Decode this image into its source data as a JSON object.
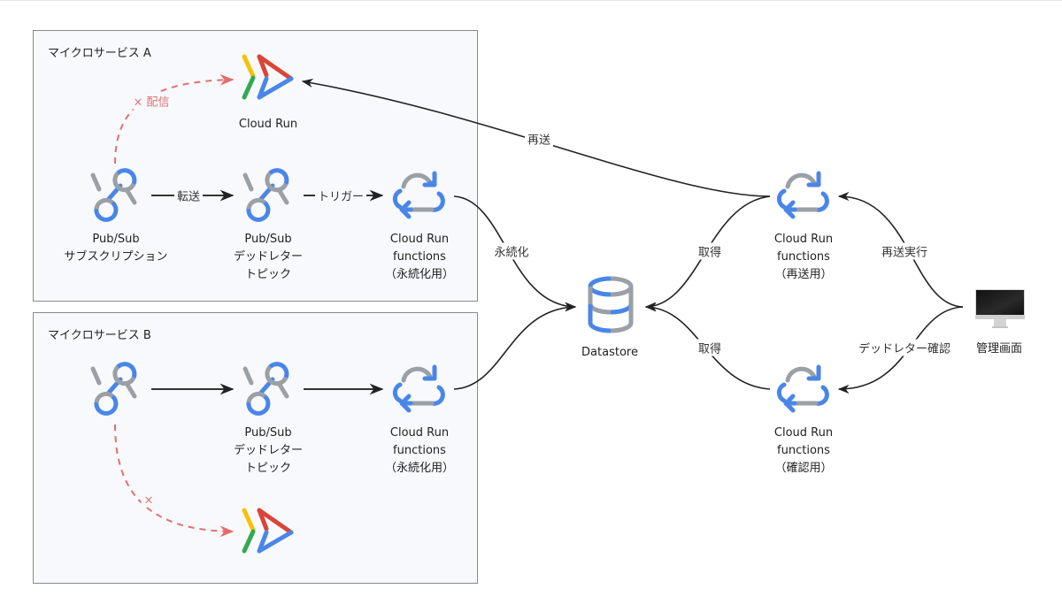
{
  "groups": {
    "a": {
      "title": "マイクロサービス A"
    },
    "b": {
      "title": "マイクロサービス B"
    }
  },
  "nodes": {
    "a_cloudrun": {
      "lines": [
        "Cloud Run"
      ]
    },
    "a_sub": {
      "lines": [
        "Pub/Sub",
        "サブスクリプション"
      ]
    },
    "a_dlt": {
      "lines": [
        "Pub/Sub",
        "デッドレター",
        "トピック"
      ]
    },
    "a_func": {
      "lines": [
        "Cloud Run",
        "functions",
        "（永続化用）"
      ]
    },
    "b_dlt": {
      "lines": [
        "Pub/Sub",
        "デッドレター",
        "トピック"
      ]
    },
    "b_func": {
      "lines": [
        "Cloud Run",
        "functions",
        "（永続化用）"
      ]
    },
    "datastore": {
      "lines": [
        "Datastore"
      ]
    },
    "resend_func": {
      "lines": [
        "Cloud Run",
        "functions",
        "（再送用）"
      ]
    },
    "check_func": {
      "lines": [
        "Cloud Run",
        "functions",
        "（確認用）"
      ]
    },
    "admin": {
      "lines": [
        "管理画面"
      ]
    }
  },
  "edges": {
    "deliver_fail": "× 配信",
    "forward": "転送",
    "trigger": "トリガー",
    "persist": "永続化",
    "resend": "再送",
    "fetch_resend": "取得",
    "fetch_check": "取得",
    "run_resend": "再送実行",
    "check_dl": "デッドレター確認",
    "b_fail_mark": "×"
  },
  "colors": {
    "blue": "#4a86e8",
    "gray": "#9aa0a6",
    "red": "#db4437",
    "yellow": "#f4c20d",
    "green": "#34a853",
    "fail": "#e07070",
    "edge": "#222222",
    "group_bg": "#f8f9fc",
    "group_border": "#8a8a8a"
  }
}
